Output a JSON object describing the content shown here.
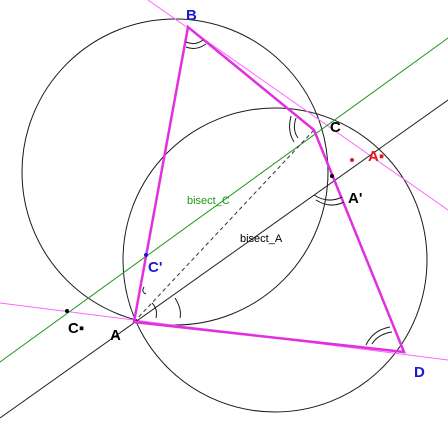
{
  "colors": {
    "circle": "#1a1a1a",
    "triangle": "#e030e0",
    "pink_line": "#ff66ff",
    "green_line": "#1a9a1a",
    "black_line": "#222222",
    "dashed_line": "#333333",
    "blue_label": "#1a1acc",
    "red_label": "#e01a1a",
    "black_label": "#000000"
  },
  "labels": {
    "B": "B",
    "C": "C",
    "A": "A",
    "D": "D",
    "A_prime": "A'",
    "C_prime": "C'",
    "A_star": "A▪",
    "C_star": "C▪",
    "bisect_C": "bisect_C",
    "bisect_A": "bisect_A"
  }
}
